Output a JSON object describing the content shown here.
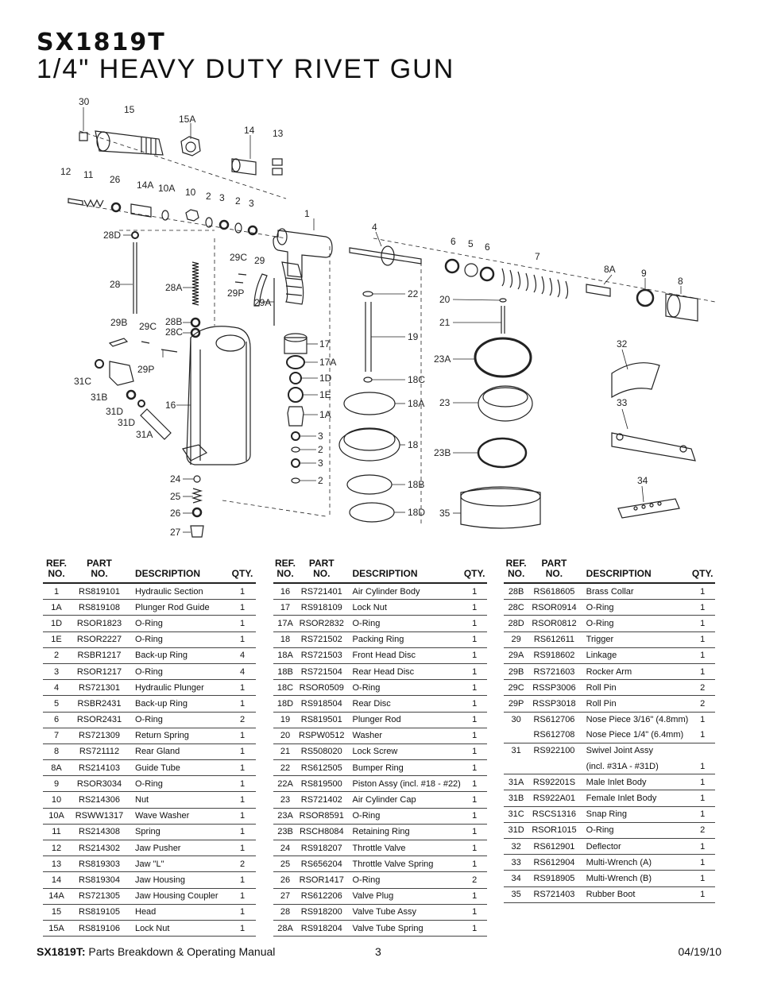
{
  "header": {
    "model": "SX1819T",
    "title": "1/4\" HEAVY DUTY RIVET GUN"
  },
  "diagram": {
    "labels": [
      "30",
      "15",
      "15A",
      "14",
      "13",
      "12",
      "11",
      "26",
      "14A",
      "10A",
      "10",
      "2",
      "3",
      "2",
      "3",
      "1",
      "4",
      "6",
      "5",
      "6",
      "7",
      "8A",
      "9",
      "8",
      "28D",
      "28",
      "28A",
      "28B",
      "28C",
      "29B",
      "29C",
      "29P",
      "29",
      "29C",
      "29P",
      "29A",
      "17",
      "17A",
      "1D",
      "1E",
      "1A",
      "3",
      "2",
      "3",
      "2",
      "22",
      "19",
      "18C",
      "18A",
      "18",
      "18B",
      "18D",
      "20",
      "21",
      "23A",
      "23",
      "23B",
      "35",
      "32",
      "33",
      "34",
      "31C",
      "31B",
      "31D",
      "31D",
      "31A",
      "16",
      "24",
      "25",
      "26",
      "27"
    ]
  },
  "table": {
    "headers": {
      "ref": "REF.\nNO.",
      "part": "PART\nNO.",
      "description": "DESCRIPTION",
      "qty": "QTY."
    },
    "columns": [
      [
        {
          "ref": "1",
          "part": "RS819101",
          "desc": "Hydraulic Section",
          "qty": "1"
        },
        {
          "ref": "1A",
          "part": "RS819108",
          "desc": "Plunger Rod Guide",
          "qty": "1"
        },
        {
          "ref": "1D",
          "part": "RSOR1823",
          "desc": "O-Ring",
          "qty": "1"
        },
        {
          "ref": "1E",
          "part": "RSOR2227",
          "desc": "O-Ring",
          "qty": "1"
        },
        {
          "ref": "2",
          "part": "RSBR1217",
          "desc": "Back-up Ring",
          "qty": "4"
        },
        {
          "ref": "3",
          "part": "RSOR1217",
          "desc": "O-Ring",
          "qty": "4"
        },
        {
          "ref": "4",
          "part": "RS721301",
          "desc": "Hydraulic Plunger",
          "qty": "1"
        },
        {
          "ref": "5",
          "part": "RSBR2431",
          "desc": "Back-up Ring",
          "qty": "1"
        },
        {
          "ref": "6",
          "part": "RSOR2431",
          "desc": "O-Ring",
          "qty": "2"
        },
        {
          "ref": "7",
          "part": "RS721309",
          "desc": "Return Spring",
          "qty": "1"
        },
        {
          "ref": "8",
          "part": "RS721112",
          "desc": "Rear Gland",
          "qty": "1"
        },
        {
          "ref": "8A",
          "part": "RS214103",
          "desc": "Guide Tube",
          "qty": "1"
        },
        {
          "ref": "9",
          "part": "RSOR3034",
          "desc": "O-Ring",
          "qty": "1"
        },
        {
          "ref": "10",
          "part": "RS214306",
          "desc": "Nut",
          "qty": "1"
        },
        {
          "ref": "10A",
          "part": "RSWW1317",
          "desc": "Wave Washer",
          "qty": "1"
        },
        {
          "ref": "11",
          "part": "RS214308",
          "desc": "Spring",
          "qty": "1"
        },
        {
          "ref": "12",
          "part": "RS214302",
          "desc": "Jaw Pusher",
          "qty": "1"
        },
        {
          "ref": "13",
          "part": "RS819303",
          "desc": "Jaw \"L\"",
          "qty": "2"
        },
        {
          "ref": "14",
          "part": "RS819304",
          "desc": "Jaw Housing",
          "qty": "1"
        },
        {
          "ref": "14A",
          "part": "RS721305",
          "desc": "Jaw Housing Coupler",
          "qty": "1"
        },
        {
          "ref": "15",
          "part": "RS819105",
          "desc": "Head",
          "qty": "1"
        },
        {
          "ref": "15A",
          "part": "RS819106",
          "desc": "Lock Nut",
          "qty": "1"
        }
      ],
      [
        {
          "ref": "16",
          "part": "RS721401",
          "desc": "Air Cylinder Body",
          "qty": "1"
        },
        {
          "ref": "17",
          "part": "RS918109",
          "desc": "Lock Nut",
          "qty": "1"
        },
        {
          "ref": "17A",
          "part": "RSOR2832",
          "desc": "O-Ring",
          "qty": "1"
        },
        {
          "ref": "18",
          "part": "RS721502",
          "desc": "Packing Ring",
          "qty": "1"
        },
        {
          "ref": "18A",
          "part": "RS721503",
          "desc": "Front Head Disc",
          "qty": "1"
        },
        {
          "ref": "18B",
          "part": "RS721504",
          "desc": "Rear Head Disc",
          "qty": "1"
        },
        {
          "ref": "18C",
          "part": "RSOR0509",
          "desc": "O-Ring",
          "qty": "1"
        },
        {
          "ref": "18D",
          "part": "RS918504",
          "desc": "Rear Disc",
          "qty": "1"
        },
        {
          "ref": "19",
          "part": "RS819501",
          "desc": "Plunger Rod",
          "qty": "1"
        },
        {
          "ref": "20",
          "part": "RSPW0512",
          "desc": "Washer",
          "qty": "1"
        },
        {
          "ref": "21",
          "part": "RS508020",
          "desc": "Lock Screw",
          "qty": "1"
        },
        {
          "ref": "22",
          "part": "RS612505",
          "desc": "Bumper Ring",
          "qty": "1"
        },
        {
          "ref": "22A",
          "part": "RS819500",
          "desc": "Piston Assy (incl. #18 - #22)",
          "qty": "1"
        },
        {
          "ref": "23",
          "part": "RS721402",
          "desc": "Air Cylinder Cap",
          "qty": "1"
        },
        {
          "ref": "23A",
          "part": "RSOR8591",
          "desc": "O-Ring",
          "qty": "1"
        },
        {
          "ref": "23B",
          "part": "RSCH8084",
          "desc": "Retaining Ring",
          "qty": "1"
        },
        {
          "ref": "24",
          "part": "RS918207",
          "desc": "Throttle Valve",
          "qty": "1"
        },
        {
          "ref": "25",
          "part": "RS656204",
          "desc": "Throttle Valve Spring",
          "qty": "1"
        },
        {
          "ref": "26",
          "part": "RSOR1417",
          "desc": "O-Ring",
          "qty": "2"
        },
        {
          "ref": "27",
          "part": "RS612206",
          "desc": "Valve Plug",
          "qty": "1"
        },
        {
          "ref": "28",
          "part": "RS918200",
          "desc": "Valve Tube Assy",
          "qty": "1"
        },
        {
          "ref": "28A",
          "part": "RS918204",
          "desc": "Valve Tube Spring",
          "qty": "1"
        }
      ],
      [
        {
          "ref": "28B",
          "part": "RS618605",
          "desc": "Brass Collar",
          "qty": "1"
        },
        {
          "ref": "28C",
          "part": "RSOR0914",
          "desc": "O-Ring",
          "qty": "1"
        },
        {
          "ref": "28D",
          "part": "RSOR0812",
          "desc": "O-Ring",
          "qty": "1"
        },
        {
          "ref": "29",
          "part": "RS612611",
          "desc": "Trigger",
          "qty": "1"
        },
        {
          "ref": "29A",
          "part": "RS918602",
          "desc": "Linkage",
          "qty": "1"
        },
        {
          "ref": "29B",
          "part": "RS721603",
          "desc": "Rocker Arm",
          "qty": "1"
        },
        {
          "ref": "29C",
          "part": "RSSP3006",
          "desc": "Roll Pin",
          "qty": "2"
        },
        {
          "ref": "29P",
          "part": "RSSP3018",
          "desc": "Roll Pin",
          "qty": "2"
        },
        {
          "ref": "30",
          "part": "RS612706",
          "desc": "Nose Piece 3/16\" (4.8mm)",
          "qty": "1",
          "noline": true
        },
        {
          "ref": "",
          "part": "RS612708",
          "desc": "Nose Piece 1/4\" (6.4mm)",
          "qty": "1"
        },
        {
          "ref": "31",
          "part": "RS922100",
          "desc": "Swivel Joint Assy",
          "qty": "",
          "noline": true
        },
        {
          "ref": "",
          "part": "",
          "desc": "(incl. #31A - #31D)",
          "qty": "1"
        },
        {
          "ref": "31A",
          "part": "RS92201S",
          "desc": "Male Inlet Body",
          "qty": "1"
        },
        {
          "ref": "31B",
          "part": "RS922A01",
          "desc": "Female Inlet Body",
          "qty": "1"
        },
        {
          "ref": "31C",
          "part": "RSCS1316",
          "desc": "Snap Ring",
          "qty": "1"
        },
        {
          "ref": "31D",
          "part": "RSOR1015",
          "desc": "O-Ring",
          "qty": "2"
        },
        {
          "ref": "32",
          "part": "RS612901",
          "desc": "Deflector",
          "qty": "1"
        },
        {
          "ref": "33",
          "part": "RS612904",
          "desc": "Multi-Wrench (A)",
          "qty": "1"
        },
        {
          "ref": "34",
          "part": "RS918905",
          "desc": "Multi-Wrench (B)",
          "qty": "1"
        },
        {
          "ref": "35",
          "part": "RS721403",
          "desc": "Rubber Boot",
          "qty": "1"
        }
      ]
    ]
  },
  "footer": {
    "doc_bold": "SX1819T:",
    "doc_rest": " Parts Breakdown & Operating Manual",
    "page": "3",
    "date": "04/19/10"
  }
}
